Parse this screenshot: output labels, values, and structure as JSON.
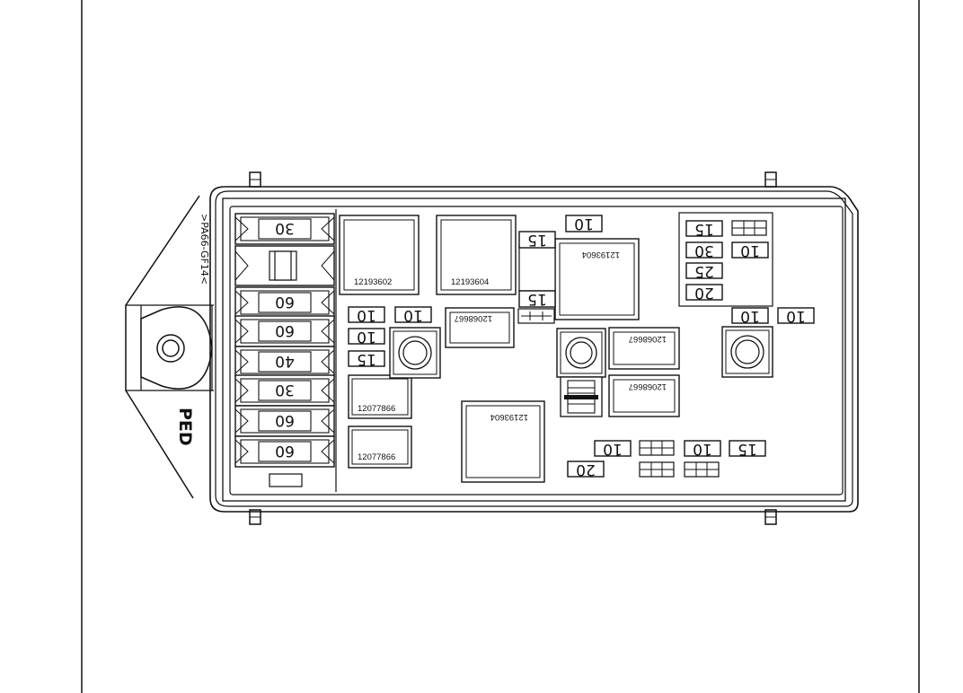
{
  "diagram": {
    "material_code": ">PA66-GF14<",
    "ped_mark": "PED",
    "left_fuses": [
      "30",
      "60",
      "60",
      "40",
      "30",
      "60",
      "60"
    ],
    "relay_part_numbers": [
      "12193602",
      "12193604",
      "12193604",
      "12193604",
      "12068667",
      "12068667",
      "12068667",
      "12077866",
      "12077866"
    ],
    "mini_fuses": {
      "top_center": "10",
      "upper_left_15": "15",
      "lower_left_15": "15",
      "row_a_1": "10",
      "row_a_2": "10",
      "row_b": "10",
      "row_c": "15",
      "right_top_15": "15",
      "right_30": "30",
      "right_10": "10",
      "right_25": "25",
      "right_20": "20",
      "right_row_1": "10",
      "right_row_2": "10",
      "bottom_10_a": "10",
      "bottom_10_b": "10",
      "bottom_15": "15",
      "bottom_20": "20"
    }
  }
}
